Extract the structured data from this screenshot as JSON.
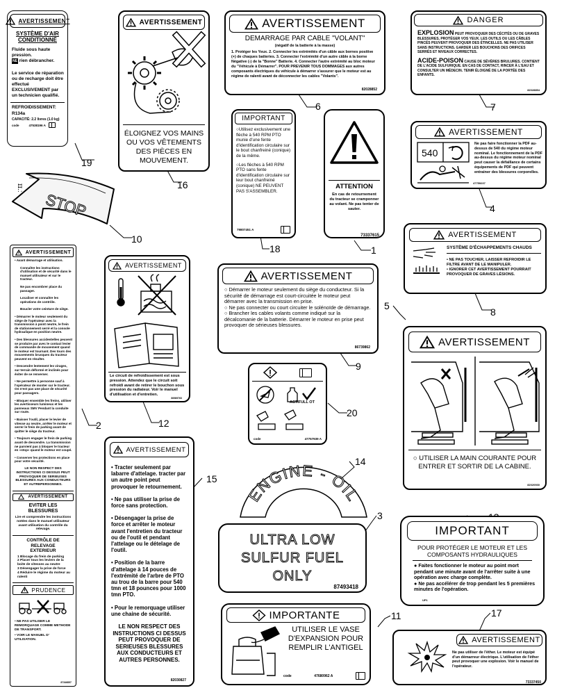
{
  "callouts": [
    "1",
    "2",
    "3",
    "4",
    "5",
    "6",
    "7",
    "8",
    "9",
    "10",
    "11",
    "12",
    "13",
    "14",
    "15",
    "16",
    "17",
    "18",
    "19",
    "20"
  ],
  "d19": {
    "header": "AVERTISSEMENT",
    "title": "SYSTÈME D'AIR CONDITIONNÉ",
    "line1": "Fluide sous haute pression.",
    "line2": "rien débrancher.",
    "body": "Le service de réparation ou de recharge doit être effectué EXCLUSIVEMENT par un technicien qualifié.",
    "refrig": "REFROIDISSEMENT: R134a",
    "capacity": "CAPACITÉ: 2.2 livres (1.0 kg)",
    "code_label": "code",
    "code": "47538196 A"
  },
  "d16": {
    "header": "AVERTISSEMENT",
    "text": "ÉLOIGNEZ VOS MAINS OU VOS VÊTEMENTS DES PIÈCES EN MOUVEMENT."
  },
  "d6": {
    "header": "AVERTISSEMENT",
    "title": "DEMARRAGE PAR CABLE \"VOLANT\"",
    "subtitle": "(négatif de la batterie à la masse)",
    "body": "1. Protéger les Yeux. 2. Connecter les extrémités d'un câble aux bornes positive (+) de chaques batteries. 3. Connecter l'extrémité d'un autre câble à la borne Négative (-) de la \"Bonne\" Batterie. 4. Connecter l'autre extrémité au bloc moteur du \"Véhicule à Démarrer\". POUR PREVENIR TOUS DOMMAGES aux autres composants électriques du véhicule à démarrer s'assurer que le moteur est au régime de ralenti avant de déconnecter les cables \"Volants\".",
    "code": "82028852"
  },
  "d7": {
    "header": "DANGER",
    "t1": "EXPLOSION",
    "b1": "PEUT PROVOQUER DES CÉCITÉS OU DE GRAVES BLESSURES, PROTÉGER VOS YEUX. LES OUTILS OU LES CÂBLES PINCÉS PEUVENT PROVOQUER DES ÉTINCELLES. NE PAS UTILISER SANS INSTRUCTIONS. GARDER LES BOUCHONS DES ORIFICES SERRÉS ET NIVEAUX CORRECTES.",
    "t2": "ACIDE-POISON",
    "b2": "CAUSE DE SÉVÈRES BRULURES. CONTIENT DE L'ACIDE SULFURIQUE. EN CAS DE CONTACT, RINCER À L'EAU ET CONSULTER UN MÉDECIN. TENIR ÉLOIGNÉ DE LA PORTÉE DES ENFANTS.",
    "code": "82028854"
  },
  "d18": {
    "header": "IMPORTANT",
    "b1": "Utilisez exclusivement une flèche à 540 RPM PTO munie d'une fente d'identification circulaire sur le bout chanfreiné (conique) de la même.",
    "b2": "Les flèches à 540 RPM PTO sans fente d'identification circulaire sur leur bout chanfreiné (conique) NE PEUVENT PAS S'ASSEMBLER.",
    "code": "79807451 A"
  },
  "d1": {
    "header": "ATTENTION",
    "body": "En cas de retournement du tracteur se cramponner au volant. Ne pas tenter de sauter.",
    "code": "73337615"
  },
  "d4": {
    "header": "AVERTISSEMENT",
    "body": "Ne pas faire fonctionner la PDF au-dessus de 540 du régime moteur nominal. Le fonctionnement de la PDF au-dessus du régime moteur nominal peut causer la défaillance de certains équipements de PDF qui peuvent entrainer des blessures corporelles.",
    "code": "47759237"
  },
  "d10": {
    "stop": "STOP"
  },
  "d2": {
    "header": "AVERTISSEMENT",
    "bullets": [
      "Avant démarrage et utilisation.",
      "Connaître les instructions d'utilisation et de sécurité dans le manuel utilisateur et sur le tracteur.",
      "Ne pas encombrer place du passager.",
      "Localiser et connaître les opérations de contrôle.",
      "Boucler votre ceinture de siège.",
      "Démarrer le moteur seulement du siège de l'opérateur avec la transmission à point neutre, le frein de stationnement serré et la console hydraulique en position neutre.",
      "Des blessures accidentelles peuvent se produire par avec le contact levier de commande de mouvement quand le moteur est tournant. Des tours des mouvements brusques du tracteur peuvent en résulter.",
      "Descendre lentement les virages, sur terrain déformé et inclinés pour éviter de se renverser.",
      "Ne permettre à personne sauf à l'opérateur de monter sur le tracteur. On n'est pas une place de sécurité pour passagers.",
      "Bloquer ensemble les freins, utiliser les avertisseurs lumineux et les panneaux SMV Pendant la conduite sur route.",
      "Baisser l'outil, placer le levier de vitesse au neutre, arrêter le moteur et serrer le frein de parking avant de quitter le siège du tracteur.",
      "Toujours engager le frein de parking avant de descendre. La transmission ne parvient pas à bloquer le tracteur en «stop» quand le moteur est coupé.",
      "Conserver les protections en place pour votre sécurité."
    ],
    "warn": "LE NON RESPECT DES INSTRUCTIONS CI DESSUS PEUT PROVOQUER DE SERIEUSES BLESSURES AUX CONDUCTEURS ET AUTREPERSONNES.",
    "s2_title": "EVITER LES BLESSURES",
    "s2_body": "Lire et comprendre les instructions notées dans le manuel utilisateur avant utilisation du contrôle du relevage.",
    "s3_title": "CONTRÔLE DE RELEVAGE EXTERIEUR",
    "s3_items": [
      "1 Blocage du frein de parking",
      "2 Placer tous les leviers de la boite de vitesses au neutre",
      "3 Désengager la prise de force",
      "4 Réduire le régime du moteur au ralenti"
    ],
    "s4_title": "PRUDENCE",
    "s4_b1": "NE PAS UTILISER LE REMORQUAGE COMME METHODE DE TRANSPORT.",
    "s4_b2": "VOIR LE MANUEL D' UTILISATION.",
    "code": "87346857"
  },
  "d12": {
    "header": "AVERTISSEMENT",
    "body": "Le circuit de refroidissement est sous pression. Attendez que le circuit soit refroidi avant de retirer le bouchon sous pression du radiateur. Voir le manuel d'utilisation et d'entretien.",
    "code": "86989763"
  },
  "d9": {
    "header": "AVERTISSEMENT",
    "b1": "Démarrer le moteur seulement du siège du conducteur. Si la sécurité de démarrage est court-circuitée le moteur peut démarrer avec la transmission en prise.",
    "b2": "Ne pas connecter ou court circuiter le solénoïde de démarrage.",
    "b3": "Brancher les cables volants comme indiqué sur la décalcomanie de la batterie. Démarrer le moteur en prise peut provoquer de sérieuses blessures.",
    "code": "86739862"
  },
  "d20": {
    "code_label": "code",
    "label": "ACTIFULL OT",
    "code": "47757939 A"
  },
  "d8": {
    "header": "AVERTISSEMENT",
    "title": "SYSTÈME D'ÉCHAPPEMENTS CHAUDS",
    "b1": "NE PAS TOUCHER, LAISSER REFROIDIR LE FILTRE AVANT DE LE MANIPULER.",
    "b2": "IGNORER CET AVERTISSEMENT POURRAIT PROVOQUER DE GRAVES LÉSIONS."
  },
  "d5": {
    "header": "AVERTISSEMENT",
    "text": "UTILISER LA MAIN COURANTE POUR ENTRER ET SORTIR DE LA CABINE.",
    "code": "82020930"
  },
  "d15": {
    "header": "AVERTISSEMENT",
    "bullets": [
      "Tracter seulement par labarre d'attelage. tracter par un autre point peut provoquer le retournement.",
      "Ne pas utiliser la prise de force sans protection.",
      "Désengager la prise de force et arrêter le moteur avant l'entretien du tracteur ou de l'outil et pendant l'attelage ou le dételage de l'outil.",
      "Position de la barre d'attelage à 14 pouces de l'extrémité de l'arbre de PTO au trou de la barre pour 540 tmn et 18 pounces pour 1000 tmn PTO.",
      "Pour le remorquage utiliser une chaine de sécurité."
    ],
    "warn": "LE NON RESPECT DES INSTRUCTIONS CI DESSUS PEUT PROVOQUER DE SERIEUSES BLESSURES AUX CONDUCTEURS ET AUTRES PERSONNES.",
    "code": "82030827"
  },
  "d14": {
    "text": "ENGINE - OIL"
  },
  "d3": {
    "line1": "ULTRA LOW",
    "line2": "SULFUR FUEL",
    "line3": "ONLY",
    "code": "87493418"
  },
  "d13": {
    "header": "IMPORTANT",
    "title": "POUR PROTÉGER LE MOTEUR ET LES COMPOSANTS HYDRAULIQUES",
    "b1": "Faites fonctionner le moteur au point mort pendant une minute avant de l'arrêter suite à une opération avec charge complète.",
    "b2": "Ne pas accélérer de trop pendant les 5 premières minutes de l'opération.",
    "code": "UP1"
  },
  "d11": {
    "header": "IMPORTANTE",
    "text": "UTILISER LE VASE D'EXPANSION POUR REMPLIR L'ANTIGEL",
    "code_label": "code",
    "code": "47680962 A"
  },
  "d17": {
    "header": "AVERTISSEMENT",
    "body": "Ne pas utiliser de l'éther. Le moteur est équipé d'un démarreur électrique. L'utilisation de l'éther peut provoquer une explosion. Voir le manuel de l'opérateur.",
    "code": "73337450"
  }
}
